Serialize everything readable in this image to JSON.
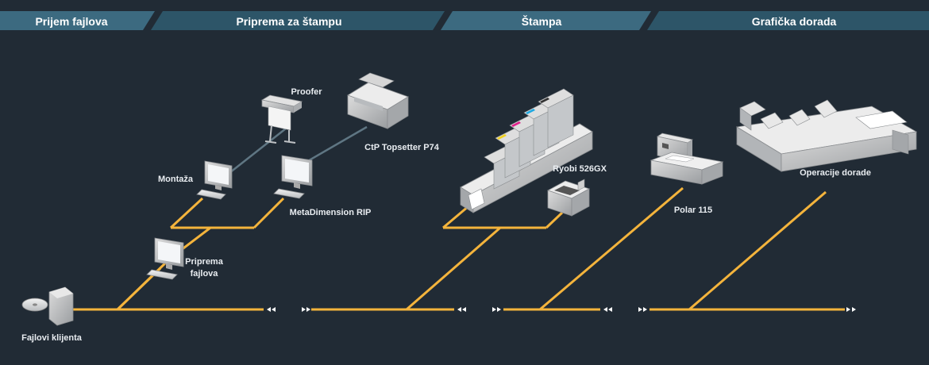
{
  "stages": [
    {
      "label": "Prijem fajlova"
    },
    {
      "label": "Priprema za štampu"
    },
    {
      "label": "Štampa"
    },
    {
      "label": "Grafička dorada"
    }
  ],
  "devices": {
    "client_files": {
      "label": "Fajlovi klijenta"
    },
    "file_prep": {
      "label_line1": "Priprema",
      "label_line2": "fajlova"
    },
    "montage": {
      "label": "Montaža"
    },
    "proofer": {
      "label": "Proofer"
    },
    "ctp": {
      "label": "CtP Topsetter P74"
    },
    "rip": {
      "label": "MetaDimension RIP"
    },
    "press": {
      "label": "Ryobi 526GX"
    },
    "cutter": {
      "label": "Polar 115"
    },
    "finishing": {
      "label": "Operacije dorade"
    }
  },
  "colors": {
    "background": "#212b35",
    "header_band": "#3c6a80",
    "header_band_alt": "#2d5568",
    "flow_line": "#f4b43c",
    "data_link": "#5f7683"
  }
}
